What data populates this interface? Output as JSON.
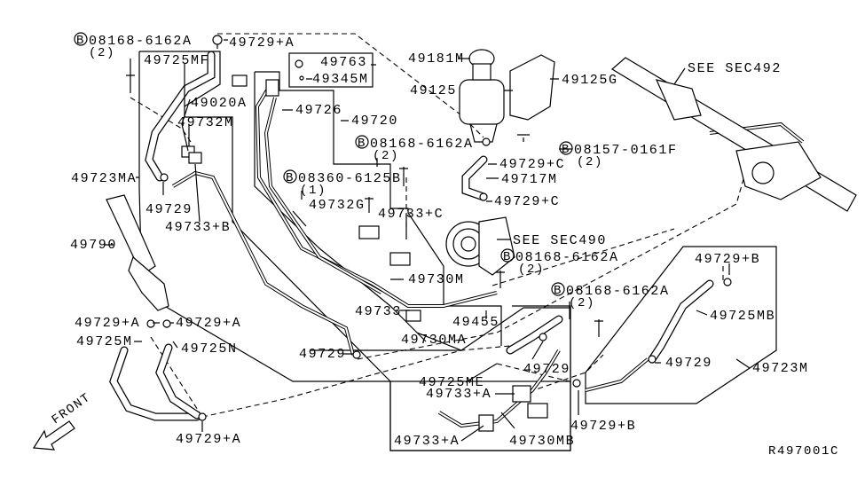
{
  "diagram": {
    "reference_code": "R497001C",
    "front_label": "FRONT",
    "bolt_symbol": "B",
    "labels": {
      "bolt_08168_a": "08168-6162A",
      "bolt_08168_a_qty": "(2)",
      "p49729A_top": "49729+A",
      "p49725MF": "49725MF",
      "p49763": "49763",
      "p49345M": "49345M",
      "p49181M": "49181M",
      "p49125G": "49125G",
      "see_sec492": "SEE SEC492",
      "p49125": "49125",
      "p49020A": "49020A",
      "p49726": "49726",
      "p49720": "49720",
      "p49732M": "49732M",
      "bolt_08168_b": "08168-6162A",
      "bolt_08168_b_qty": "(2)",
      "bolt_08157": "08157-0161F",
      "bolt_08157_qty": "(2)",
      "p49729C_top": "49729+C",
      "p49723MA": "49723MA",
      "p49717M": "49717M",
      "bolt_08360": "08360-6125B",
      "bolt_08360_qty": "(1)",
      "p49729_left": "49729",
      "p49732G": "49732G",
      "p49733C": "49733+C",
      "p49729C_mid": "49729+C",
      "p49733B": "49733+B",
      "p49790": "49790",
      "see_sec490": "SEE SEC490",
      "bolt_08168_c": "08168-6162A",
      "bolt_08168_c_qty": "(2)",
      "p49729B_right": "49729+B",
      "p49730M": "49730M",
      "bolt_08168_d": "08168-6162A",
      "bolt_08168_d_qty": "(2)",
      "p49733": "49733",
      "p49725MB": "49725MB",
      "p49729A_l1": "49729+A",
      "p49729A_l2": "49729+A",
      "p49455": "49455",
      "p49730MA": "49730MA",
      "p49725M": "49725M",
      "p49725N": "49725N",
      "p49729_center": "49729",
      "p49729_box": "49729",
      "p49729_right": "49729",
      "p49723M": "49723M",
      "p49725ME": "49725ME",
      "p49733A_top": "49733+A",
      "p49729B_bottom": "49729+B",
      "p49729A_bottom": "49729+A",
      "p49733A_bottom": "49733+A",
      "p49730MB": "49730MB"
    }
  }
}
